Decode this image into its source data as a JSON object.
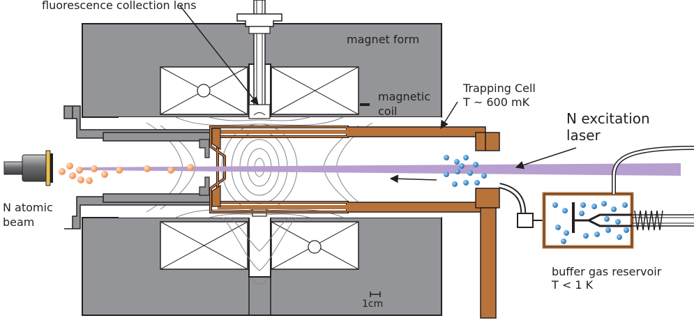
{
  "labels": {
    "lens": "fluorescence collection lens",
    "magnet_form": "magnet form",
    "magnetic_coil_1": "magnetic",
    "magnetic_coil_2": "coil",
    "trapping_cell_1": "Trapping Cell",
    "trapping_cell_2": "T ~ 600 mK",
    "laser_1": "N excitation",
    "laser_2": "laser",
    "beam_1": "N atomic",
    "beam_2": "beam",
    "reservoir_1": "buffer gas reservoir",
    "reservoir_2": "T < 1 K",
    "scale": "1cm"
  },
  "colors": {
    "magnet": "#939598",
    "copper": "#b8733a",
    "laser": "#b79fd0",
    "atoms": "#f5a46a",
    "buffer_gas": "#3d8fd0",
    "field_lines": "#808285",
    "outline": "#231f20"
  }
}
